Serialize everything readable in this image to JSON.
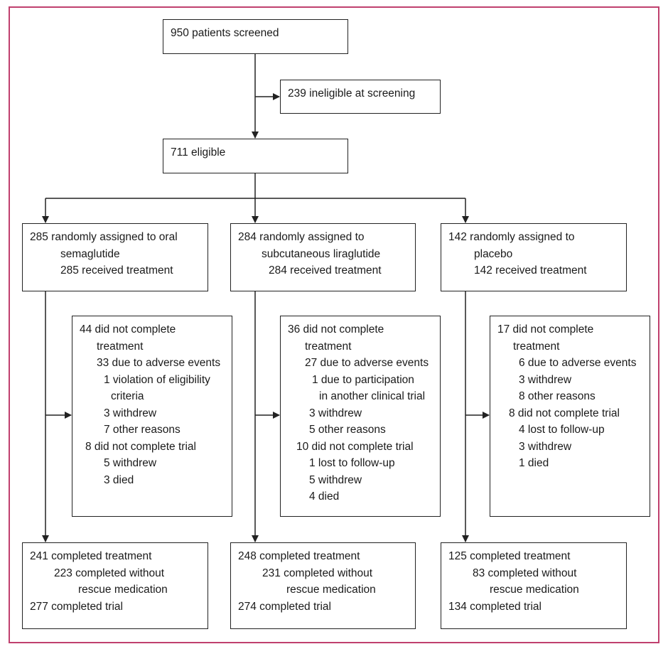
{
  "frame": {
    "border_color": "#c0406e"
  },
  "screened": {
    "line1": "950 patients screened"
  },
  "ineligible": {
    "line1": "239 ineligible at screening"
  },
  "eligible": {
    "line1": "711 eligible"
  },
  "arms": [
    {
      "assigned": [
        "285 randomly assigned to oral",
        "semaglutide",
        "285 received treatment"
      ],
      "discontinued": [
        "44 did not complete",
        "treatment",
        "33 due to adverse events",
        "1 violation of eligibility",
        "criteria",
        "3 withdrew",
        "7 other reasons",
        "8 did not complete trial",
        "5 withdrew",
        "3 died"
      ],
      "completed": [
        "241 completed treatment",
        "223 completed without",
        "rescue medication",
        "277 completed trial"
      ]
    },
    {
      "assigned": [
        "284 randomly assigned to",
        "subcutaneous liraglutide",
        "284 received treatment"
      ],
      "discontinued": [
        "36 did not complete",
        "treatment",
        "27 due to adverse events",
        "1 due to participation",
        "in another clinical trial",
        "3 withdrew",
        "5 other reasons",
        "10 did not complete trial",
        "1 lost to follow-up",
        "5 withdrew",
        "4 died"
      ],
      "completed": [
        "248 completed treatment",
        "231 completed without",
        "rescue medication",
        "274 completed trial"
      ]
    },
    {
      "assigned": [
        "142 randomly assigned to",
        "placebo",
        "142 received treatment"
      ],
      "discontinued": [
        "17 did not complete",
        "treatment",
        "6 due to adverse events",
        "3 withdrew",
        "8 other reasons",
        "8 did not complete trial",
        "4 lost to follow-up",
        "3 withdrew",
        "1 died"
      ],
      "completed": [
        "125 completed treatment",
        "83 completed without",
        "rescue medication",
        "134 completed trial"
      ]
    }
  ]
}
